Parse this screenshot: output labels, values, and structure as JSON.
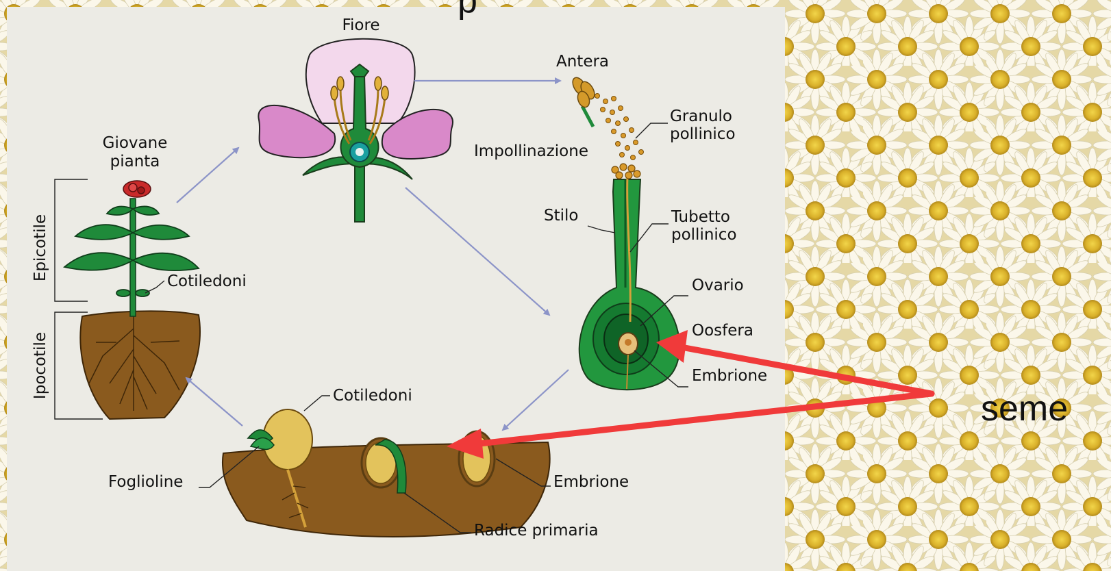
{
  "title_fragment": "p",
  "labels": {
    "fiore": "Fiore",
    "antera": "Antera",
    "granulo_line1": "Granulo",
    "granulo_line2": "pollinico",
    "impollinazione": "Impollinazione",
    "giovane_line1": "Giovane",
    "giovane_line2": "pianta",
    "epicotile": "Epicotile",
    "ipocotile": "Ipocotile",
    "cotiledoni_plant": "Cotiledoni",
    "stilo": "Stilo",
    "tubetto_line1": "Tubetto",
    "tubetto_line2": "pollinico",
    "ovario": "Ovario",
    "oosfera": "Oosfera",
    "embrione_ovary": "Embrione",
    "cotiledoni_seedling": "Cotiledoni",
    "foglioline": "Foglioline",
    "embrione_seed": "Embrione",
    "radice_primaria": "Radice primaria",
    "seme": "seme"
  },
  "colors": {
    "cycle_arrow": "#8c94c8",
    "callout_arrow": "#f03a3a",
    "stem_green": "#1f8a3a",
    "petal_pink": "#d77fc4",
    "soil_brown": "#8a5a1e",
    "seed_yellow": "#e3c35c"
  }
}
